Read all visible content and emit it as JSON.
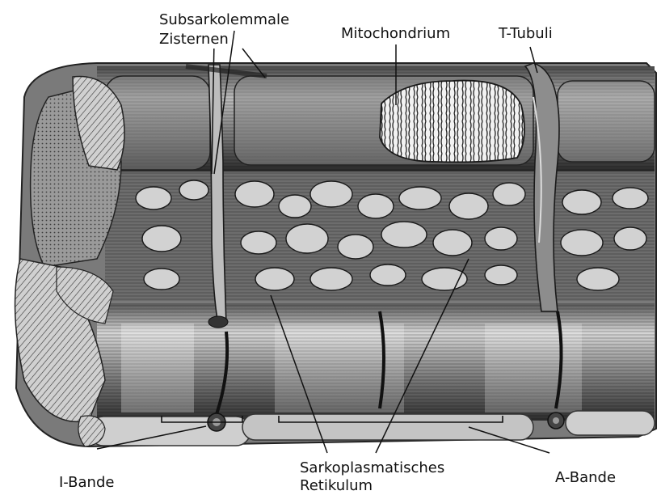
{
  "labels": {
    "subsarkolemmale": "Subsarkolemmale",
    "zisternen": "Zisternen",
    "mitochondrium": "Mitochondrium",
    "t_tubuli": "T-Tubuli",
    "i_bande": "I-Bande",
    "sarko_line1": "Sarkoplasmatisches",
    "sarko_line2": "Retikulum",
    "a_bande": "A-Bande"
  },
  "colors": {
    "background": "#ffffff",
    "ink": "#111111",
    "fiber_light": "#d8d8d8",
    "fiber_mid": "#9a9a9a",
    "fiber_dark": "#3a3a3a",
    "reticulum": "#c9c9c9"
  }
}
